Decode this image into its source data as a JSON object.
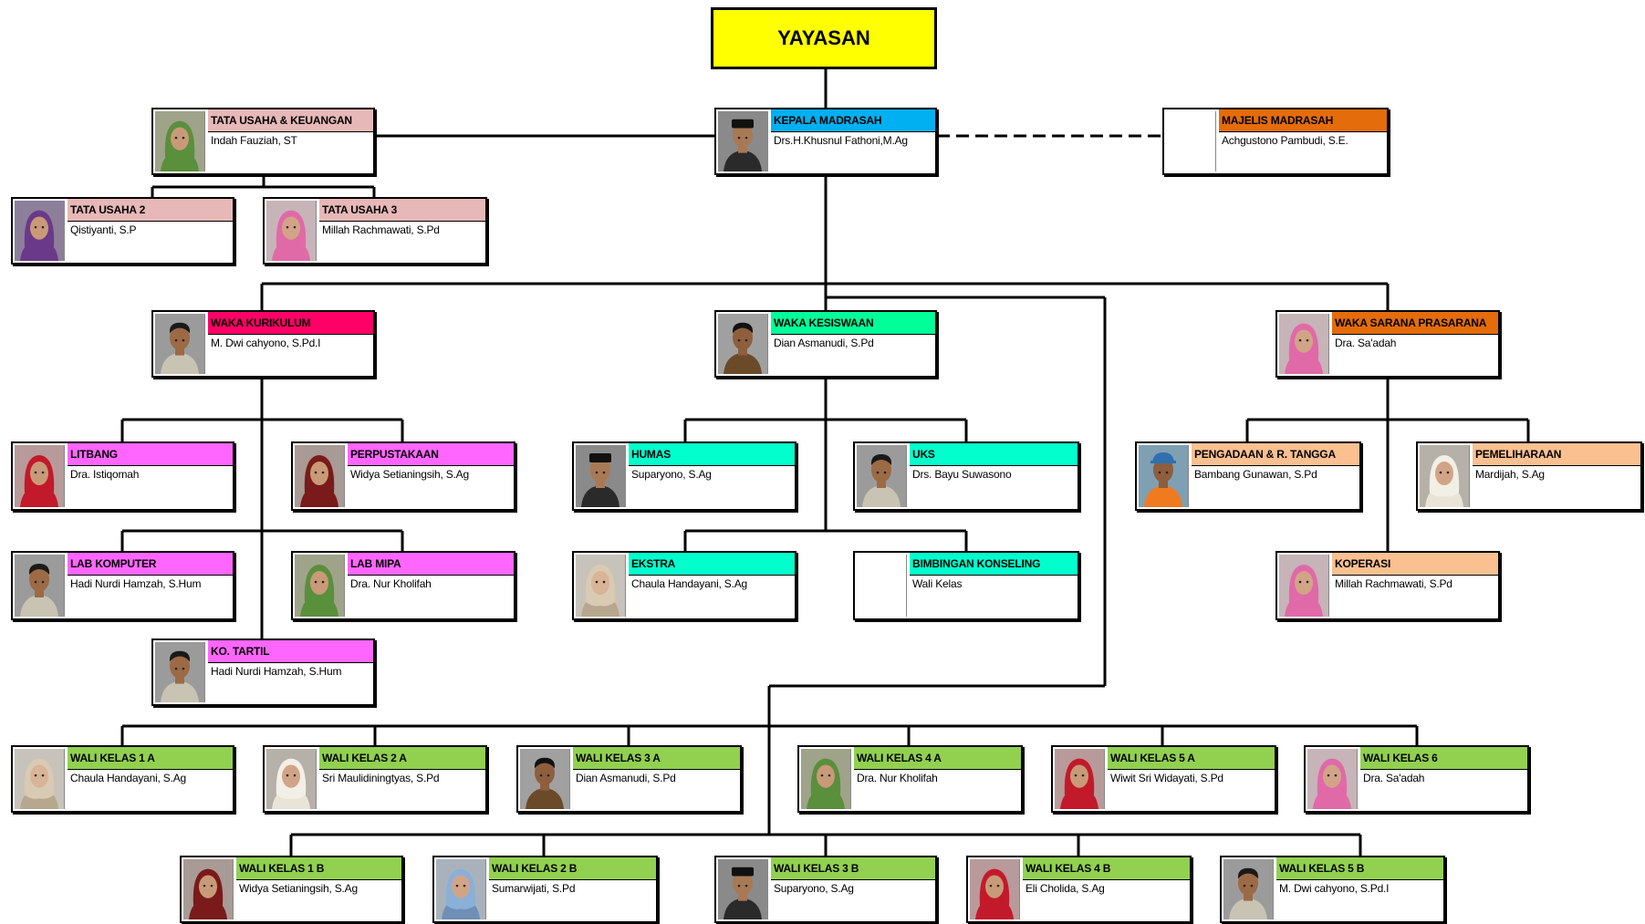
{
  "root": {
    "label": "YAYASAN",
    "color": "#ffff00"
  },
  "colors": {
    "head": "#00b0f0",
    "majelis": "#e46c0a",
    "tata_usaha": "#e6b8b7",
    "kurikulum": "#ff0066",
    "kesiswaan": "#00ff99",
    "sarana": "#e46c0a",
    "kurikulum_unit": "#ff66ff",
    "kesiswaan_unit": "#00ffcc",
    "sarana_unit": "#fac090",
    "wali": "#92d050"
  },
  "nodes": [
    {
      "id": "kepala",
      "title": "KEPALA MADRASAH",
      "name": "Drs.H.Khusnul Fathoni,M.Ag",
      "color": "head",
      "photo": "man-peci-icon"
    },
    {
      "id": "majelis",
      "title": "MAJELIS MADRASAH",
      "name": "Achgustono Pambudi, S.E.",
      "color": "majelis",
      "photo": ""
    },
    {
      "id": "tu",
      "title": "TATA USAHA & KEUANGAN",
      "name": "Indah Fauziah, ST",
      "color": "tata_usaha",
      "photo": "woman-green-hijab-icon"
    },
    {
      "id": "tu2",
      "title": "TATA USAHA 2",
      "name": "Qistiyanti, S.P",
      "color": "tata_usaha",
      "photo": "woman-purple-hijab-icon"
    },
    {
      "id": "tu3",
      "title": "TATA USAHA 3",
      "name": "Millah Rachmawati, S.Pd",
      "color": "tata_usaha",
      "photo": "woman-pink-hijab-icon"
    },
    {
      "id": "kurikulum",
      "title": "WAKA KURIKULUM",
      "name": "M. Dwi cahyono, S.Pd.I",
      "color": "kurikulum",
      "photo": "man-icon"
    },
    {
      "id": "kesiswaan",
      "title": "WAKA KESISWAAN",
      "name": "Dian Asmanudi, S.Pd",
      "color": "kesiswaan",
      "photo": "man-batik-icon"
    },
    {
      "id": "sarana",
      "title": "WAKA SARANA PRASARANA",
      "name": "Dra. Sa'adah",
      "color": "sarana",
      "photo": "woman-pink-hijab-icon"
    },
    {
      "id": "litbang",
      "title": "LITBANG",
      "name": "Dra. Istiqomah",
      "color": "kurikulum_unit",
      "photo": "woman-red-hijab-icon"
    },
    {
      "id": "perpus",
      "title": "PERPUSTAKAAN",
      "name": "Widya Setianingsih, S.Ag",
      "color": "kurikulum_unit",
      "photo": "woman-maroon-hijab-icon"
    },
    {
      "id": "labkom",
      "title": "LAB KOMPUTER",
      "name": "Hadi Nurdi Hamzah, S.Hum",
      "color": "kurikulum_unit",
      "photo": "man-icon"
    },
    {
      "id": "labmipa",
      "title": "LAB MIPA",
      "name": "Dra. Nur Kholifah",
      "color": "kurikulum_unit",
      "photo": "woman-green-hijab-icon"
    },
    {
      "id": "tartil",
      "title": "KO. TARTIL",
      "name": "Hadi Nurdi Hamzah, S.Hum",
      "color": "kurikulum_unit",
      "photo": "man-icon"
    },
    {
      "id": "humas",
      "title": "HUMAS",
      "name": "Suparyono, S.Ag",
      "color": "kesiswaan_unit",
      "photo": "man-peci-icon"
    },
    {
      "id": "uks",
      "title": "UKS",
      "name": "Drs. Bayu Suwasono",
      "color": "kesiswaan_unit",
      "photo": "man-icon"
    },
    {
      "id": "ekstra",
      "title": "EKSTRA",
      "name": "Chaula Handayani, S.Ag",
      "color": "kesiswaan_unit",
      "photo": "woman-beige-hijab-icon"
    },
    {
      "id": "bk",
      "title": "BIMBINGAN KONSELING",
      "name": "Wali Kelas",
      "color": "kesiswaan_unit",
      "photo": ""
    },
    {
      "id": "pengadaan",
      "title": "PENGADAAN & R. TANGGA",
      "name": "Bambang Gunawan, S.Pd",
      "color": "sarana_unit",
      "photo": "man-cap-icon"
    },
    {
      "id": "pemeliharaan",
      "title": "PEMELIHARAAN",
      "name": "Mardijah, S.Ag",
      "color": "sarana_unit",
      "photo": "woman-white-hijab-icon"
    },
    {
      "id": "koperasi",
      "title": "KOPERASI",
      "name": "Millah Rachmawati, S.Pd",
      "color": "sarana_unit",
      "photo": "woman-pink-hijab-icon"
    },
    {
      "id": "w1a",
      "title": "WALI KELAS 1 A",
      "name": "Chaula Handayani, S.Ag",
      "color": "wali",
      "photo": "woman-beige-hijab-icon"
    },
    {
      "id": "w2a",
      "title": "WALI KELAS 2 A",
      "name": "Sri Maulidiningtyas, S.Pd",
      "color": "wali",
      "photo": "woman-white-hijab-icon"
    },
    {
      "id": "w3a",
      "title": "WALI KELAS 3 A",
      "name": "Dian Asmanudi, S.Pd",
      "color": "wali",
      "photo": "man-batik-icon"
    },
    {
      "id": "w4a",
      "title": "WALI KELAS 4 A",
      "name": "Dra. Nur Kholifah",
      "color": "wali",
      "photo": "woman-green-hijab-icon"
    },
    {
      "id": "w5a",
      "title": "WALI KELAS 5 A",
      "name": "Wiwit Sri Widayati, S.Pd",
      "color": "wali",
      "photo": "woman-red-hijab-icon"
    },
    {
      "id": "w6",
      "title": "WALI KELAS 6",
      "name": "Dra. Sa'adah",
      "color": "wali",
      "photo": "woman-pink-hijab-icon"
    },
    {
      "id": "w1b",
      "title": "WALI KELAS 1 B",
      "name": "Widya Setianingsih, S.Ag",
      "color": "wali",
      "photo": "woman-maroon-hijab-icon"
    },
    {
      "id": "w2b",
      "title": "WALI KELAS 2 B",
      "name": "Sumarwijati, S.Pd",
      "color": "wali",
      "photo": "woman-blue-hijab-icon"
    },
    {
      "id": "w3b",
      "title": "WALI KELAS 3 B",
      "name": "Suparyono, S.Ag",
      "color": "wali",
      "photo": "man-peci-icon"
    },
    {
      "id": "w4b",
      "title": "WALI KELAS 4 B",
      "name": "Eli Cholida, S.Ag",
      "color": "wali",
      "photo": "woman-red-hijab-icon"
    },
    {
      "id": "w5b",
      "title": "WALI KELAS 5 B",
      "name": "M. Dwi cahyono, S.Pd.I",
      "color": "wali",
      "photo": "man-icon"
    }
  ]
}
